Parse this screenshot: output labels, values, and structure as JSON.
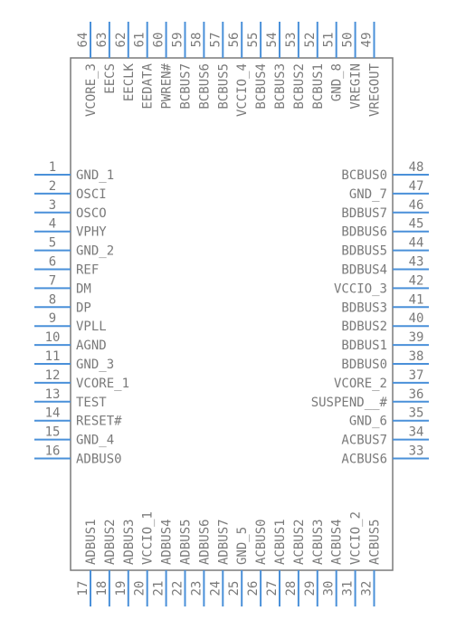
{
  "colors": {
    "body_outline": "#7a7a7a",
    "pin_line": "#4a90d9",
    "text": "#7a7a7a",
    "background": "#ffffff"
  },
  "pins": {
    "left": [
      {
        "num": "1",
        "name": "GND_1"
      },
      {
        "num": "2",
        "name": "OSCI"
      },
      {
        "num": "3",
        "name": "OSCO"
      },
      {
        "num": "4",
        "name": "VPHY"
      },
      {
        "num": "5",
        "name": "GND_2"
      },
      {
        "num": "6",
        "name": "REF"
      },
      {
        "num": "7",
        "name": "DM"
      },
      {
        "num": "8",
        "name": "DP"
      },
      {
        "num": "9",
        "name": "VPLL"
      },
      {
        "num": "10",
        "name": "AGND"
      },
      {
        "num": "11",
        "name": "GND_3"
      },
      {
        "num": "12",
        "name": "VCORE_1"
      },
      {
        "num": "13",
        "name": "TEST"
      },
      {
        "num": "14",
        "name": "RESET#"
      },
      {
        "num": "15",
        "name": "GND_4"
      },
      {
        "num": "16",
        "name": "ADBUS0"
      }
    ],
    "bottom": [
      {
        "num": "17",
        "name": "ADBUS1"
      },
      {
        "num": "18",
        "name": "ADBUS2"
      },
      {
        "num": "19",
        "name": "ADBUS3"
      },
      {
        "num": "20",
        "name": "VCCIO_1"
      },
      {
        "num": "21",
        "name": "ADBUS4"
      },
      {
        "num": "22",
        "name": "ADBUS5"
      },
      {
        "num": "23",
        "name": "ADBUS6"
      },
      {
        "num": "24",
        "name": "ADBUS7"
      },
      {
        "num": "25",
        "name": "GND_5"
      },
      {
        "num": "26",
        "name": "ACBUS0"
      },
      {
        "num": "27",
        "name": "ACBUS1"
      },
      {
        "num": "28",
        "name": "ACBUS2"
      },
      {
        "num": "29",
        "name": "ACBUS3"
      },
      {
        "num": "30",
        "name": "ACBUS4"
      },
      {
        "num": "31",
        "name": "VCCIO_2"
      },
      {
        "num": "32",
        "name": "ACBUS5"
      }
    ],
    "right": [
      {
        "num": "33",
        "name": "ACBUS6"
      },
      {
        "num": "34",
        "name": "ACBUS7"
      },
      {
        "num": "35",
        "name": "GND_6"
      },
      {
        "num": "36",
        "name": "SUSPEND__#"
      },
      {
        "num": "37",
        "name": "VCORE_2"
      },
      {
        "num": "38",
        "name": "BDBUS0"
      },
      {
        "num": "39",
        "name": "BDBUS1"
      },
      {
        "num": "40",
        "name": "BDBUS2"
      },
      {
        "num": "41",
        "name": "BDBUS3"
      },
      {
        "num": "42",
        "name": "VCCIO_3"
      },
      {
        "num": "43",
        "name": "BDBUS4"
      },
      {
        "num": "44",
        "name": "BDBUS5"
      },
      {
        "num": "45",
        "name": "BDBUS6"
      },
      {
        "num": "46",
        "name": "BDBUS7"
      },
      {
        "num": "47",
        "name": "GND_7"
      },
      {
        "num": "48",
        "name": "BCBUS0"
      }
    ],
    "top": [
      {
        "num": "49",
        "name": "VREGOUT"
      },
      {
        "num": "50",
        "name": "VREGIN"
      },
      {
        "num": "51",
        "name": "GND_8"
      },
      {
        "num": "52",
        "name": "BCBUS1"
      },
      {
        "num": "53",
        "name": "BCBUS2"
      },
      {
        "num": "54",
        "name": "BCBUS3"
      },
      {
        "num": "55",
        "name": "BCBUS4"
      },
      {
        "num": "56",
        "name": "VCCIO_4"
      },
      {
        "num": "57",
        "name": "BCBUS5"
      },
      {
        "num": "58",
        "name": "BCBUS6"
      },
      {
        "num": "59",
        "name": "BCBUS7"
      },
      {
        "num": "60",
        "name": "PWREN#"
      },
      {
        "num": "61",
        "name": "EEDATA"
      },
      {
        "num": "62",
        "name": "EECLK"
      },
      {
        "num": "63",
        "name": "EECS"
      },
      {
        "num": "64",
        "name": "VCORE_3"
      }
    ]
  }
}
